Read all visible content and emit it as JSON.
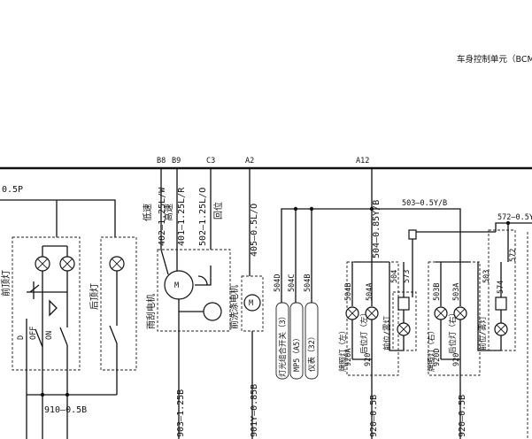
{
  "title": "车身控制单元（BCM）",
  "connectors": {
    "b8": "B8",
    "b9": "B9",
    "c3": "C3",
    "a2": "A2",
    "a12": "A12"
  },
  "wires": {
    "left_top": "0.5P",
    "low_speed_label": "低速",
    "low_speed_wire": "402–1.25L/W",
    "high_speed_label": "高速",
    "high_speed_wire": "401–1.25L/R",
    "return_label": "回位",
    "return_wire": "502–1.25L/O",
    "washer_wire": "405–0.5L/O",
    "bus_wire": "504–0.85Y/B",
    "w503": "503–0.5Y/B",
    "w572": "572–0.5Y",
    "bottom_910": "910–0.5B",
    "bottom_903": "903–1.25B",
    "bottom_901": "901Y–0.85B",
    "bottom_920_l": "920–0.5B",
    "bottom_920_r": "920–0.5B"
  },
  "components": {
    "front_dome_lamp": "前顶灯",
    "rear_dome_lamp": "后顶灯",
    "wiper_motor": "雨刮电机",
    "washer_motor": "前洗涤电机",
    "light_switch": "灯光组合开关（3）",
    "mp5": "MP5（A5）",
    "meter": "仪表（32）",
    "lp_lamp_left": "牌照灯（左）",
    "lp_lamp_right": "牌照灯（右）",
    "pos_lamp_left": "后位灯（左）",
    "pos_lamp_right": "后位灯（右）",
    "rear_fog_left": "前位/雾灯",
    "rear_fog_right": "前位/雾灯"
  },
  "pins": {
    "p504d": "504D",
    "p504c": "504C",
    "p504b_sw": "504B",
    "p504b": "504B",
    "p504a": "504A",
    "p504": "504",
    "p573": "573",
    "p503b": "503B",
    "p503a": "503A",
    "p503": "503",
    "p574": "574",
    "p572": "572",
    "p920a": "920A",
    "p920": "920",
    "p920d": "920D",
    "p920r": "920"
  }
}
